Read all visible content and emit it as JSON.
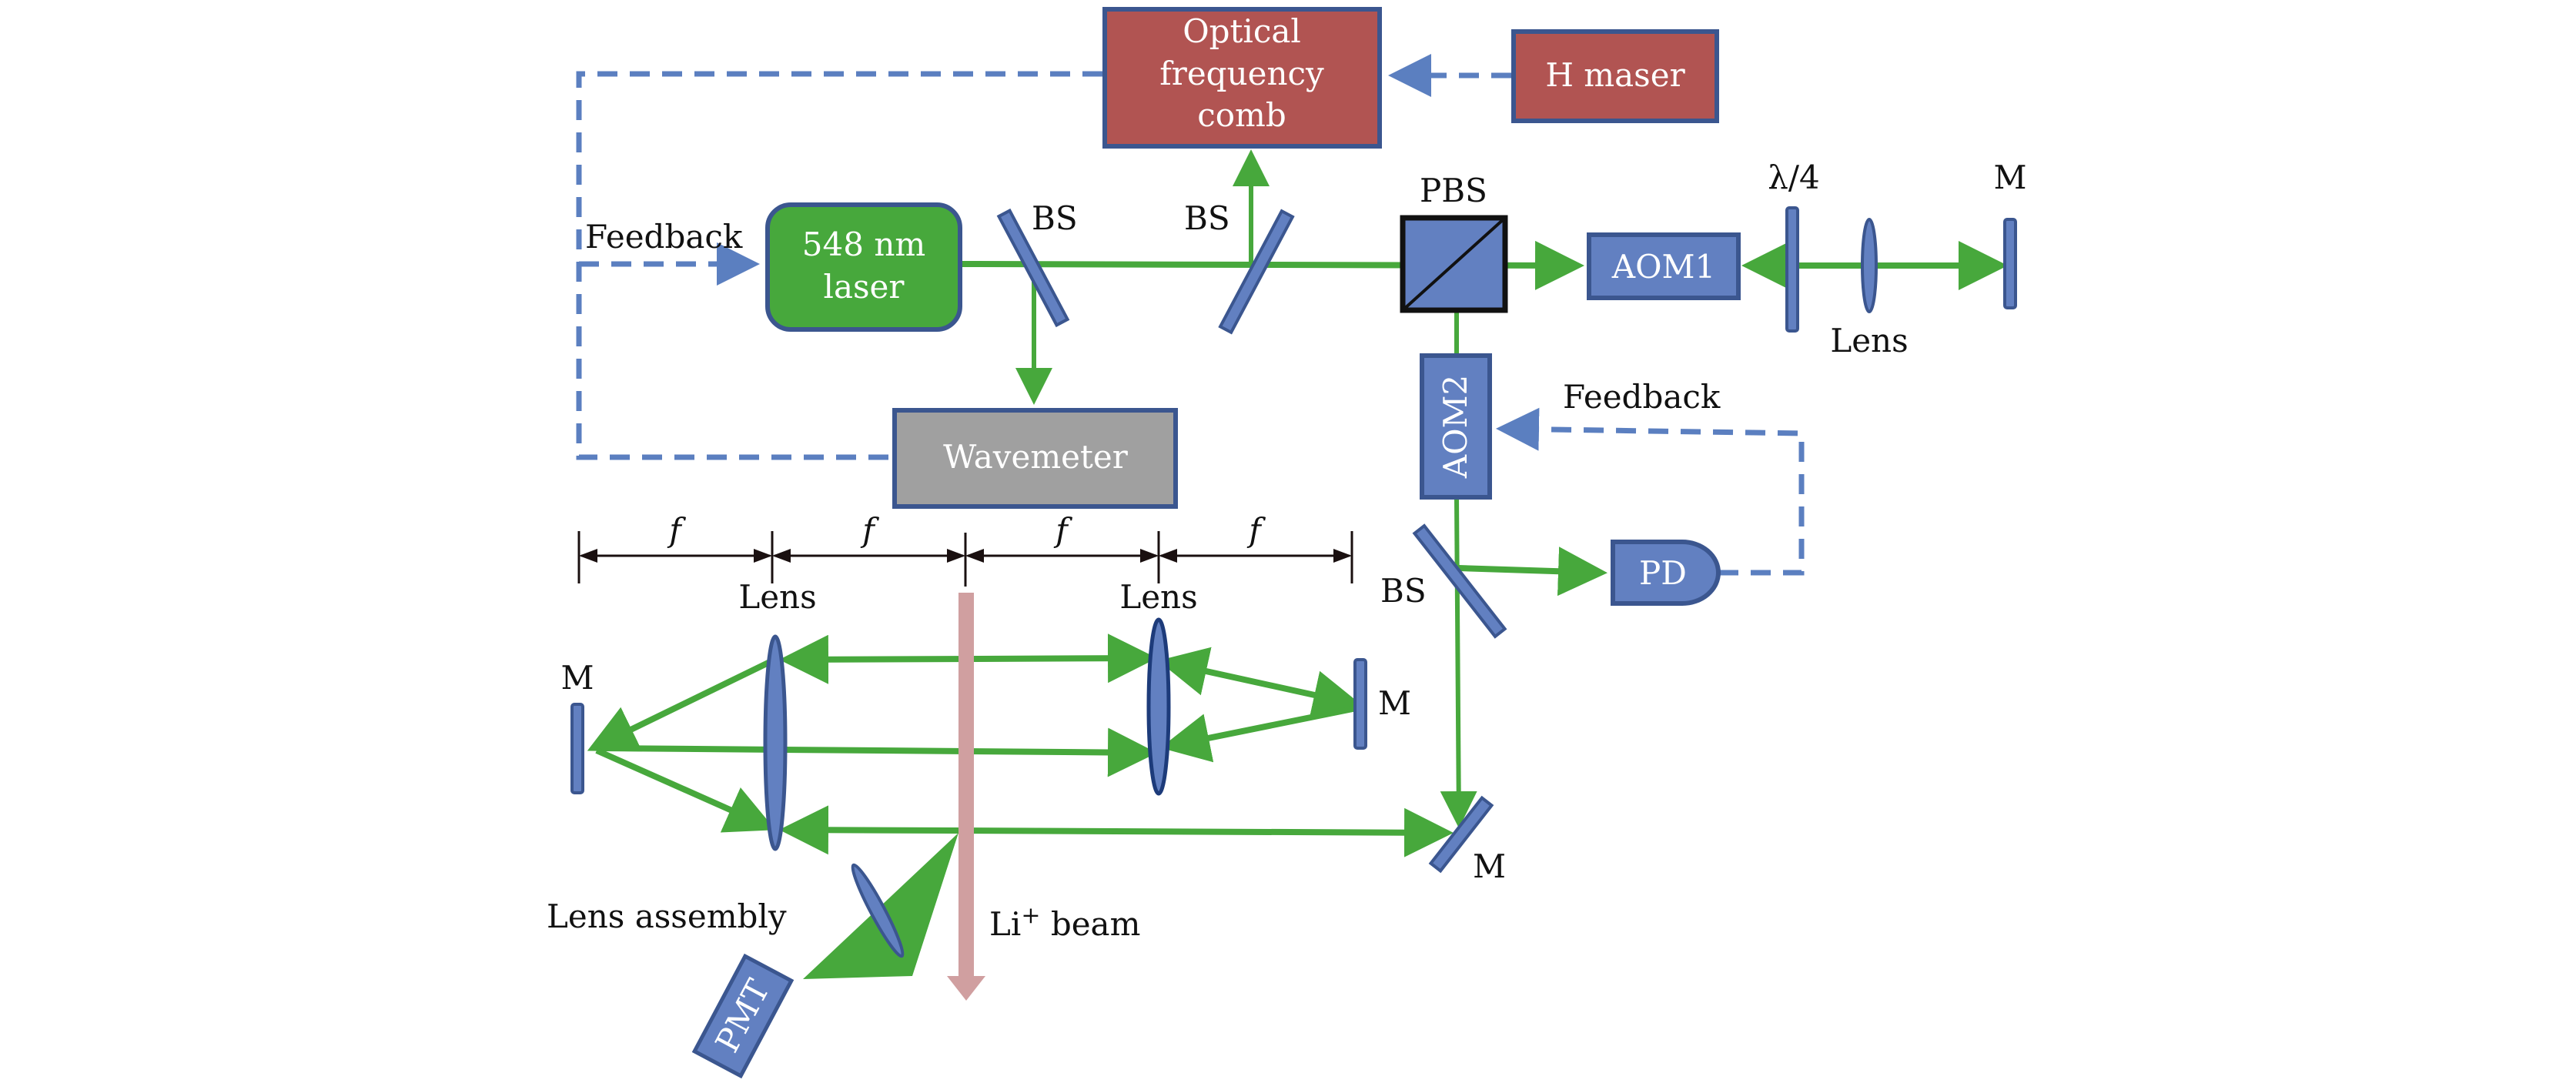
{
  "colors": {
    "beam": "#47a83c",
    "feedback": "#5b7fc0",
    "component_fill": "#6280c1",
    "component_stroke": "#3b568f",
    "source_red": "#b15452",
    "laser_green": "#47a83c",
    "wavemeter_gray": "#a0a0a0",
    "li_beam": "#d09fa0",
    "dimension": "#1a1010"
  },
  "boxes": {
    "comb": [
      "Optical",
      "frequency",
      "comb"
    ],
    "maser": "H maser",
    "laser": [
      "548 nm",
      "laser"
    ],
    "wavemeter": "Wavemeter",
    "aom1": "AOM1",
    "aom2": "AOM2",
    "pd": "PD",
    "pmt": "PMT"
  },
  "labels": {
    "feedback_laser": "Feedback",
    "feedback_aom2": "Feedback",
    "bs1": "BS",
    "bs2": "BS",
    "bs3": "BS",
    "pbs": "PBS",
    "quarter_wave": "λ/4",
    "mirror_top_right": "M",
    "lens_top": "Lens",
    "lens_left": "Lens",
    "lens_right": "Lens",
    "mirror_left": "M",
    "mirror_right": "M",
    "mirror_bottom": "M",
    "lens_assembly": "Lens assembly",
    "li_beam": "Li",
    "li_beam_sup": "+",
    "li_beam_suffix": " beam",
    "focal": [
      "f",
      "f",
      "f",
      "f"
    ]
  }
}
